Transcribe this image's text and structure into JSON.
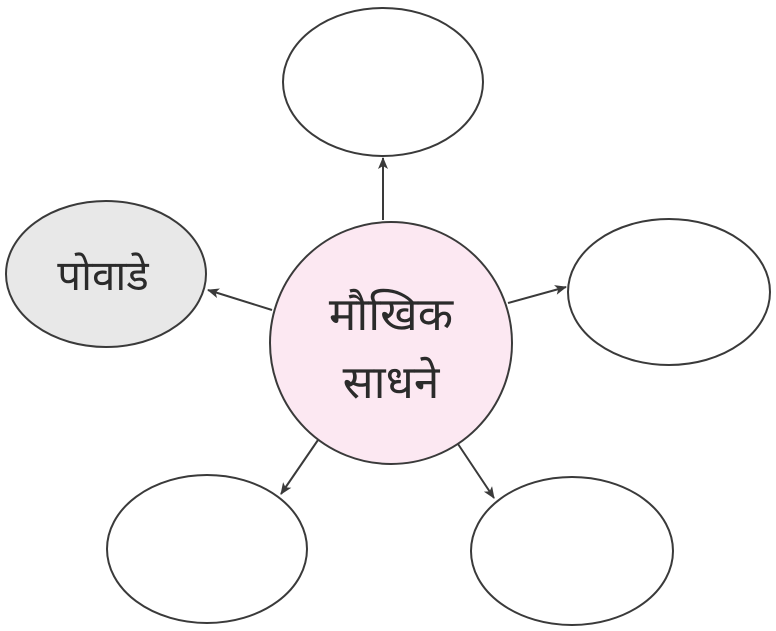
{
  "diagram": {
    "center": {
      "line1": "मौखिक",
      "line2": "साधने"
    },
    "nodes": {
      "left": {
        "label": "पोवाडे"
      },
      "top": {
        "label": ""
      },
      "right": {
        "label": ""
      },
      "bottom_left": {
        "label": ""
      },
      "bottom_right": {
        "label": ""
      }
    },
    "colors": {
      "center_fill": "#fce8f2",
      "filled_node_fill": "#e8e8e8",
      "empty_node_fill": "#ffffff",
      "stroke": "#3a3a3a"
    }
  }
}
